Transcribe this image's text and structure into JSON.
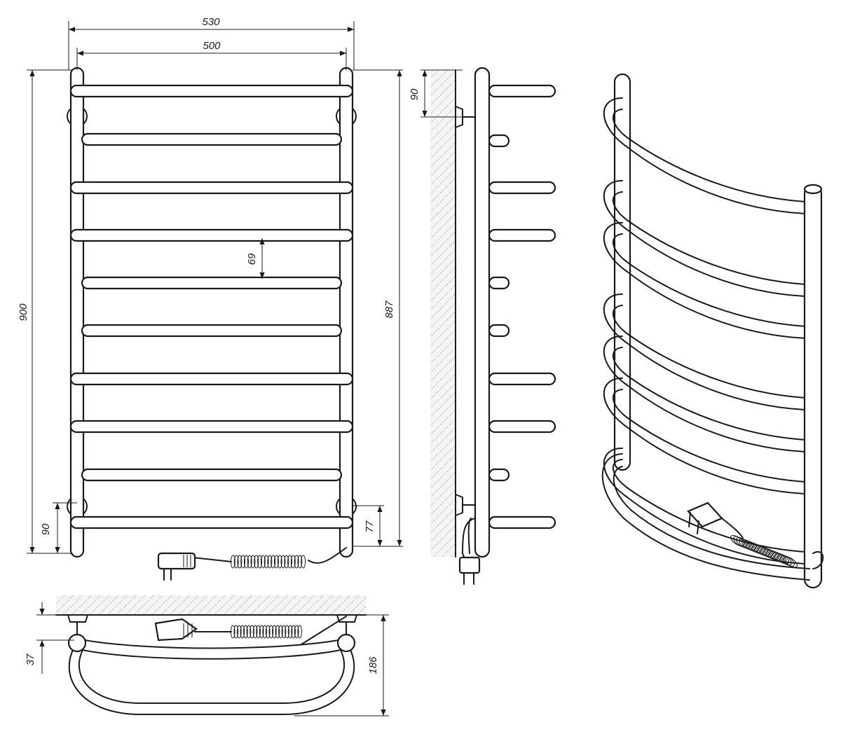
{
  "dimensions": {
    "width_outer": "530",
    "width_inner": "500",
    "height_total": "900",
    "height_center": "887",
    "bar_spacing": "69",
    "bracket_bottom": "90",
    "connector_offset": "77",
    "bracket_top_side": "90",
    "wall_offset": "37",
    "depth": "186"
  },
  "views": [
    "front-view",
    "side-view",
    "perspective-view",
    "top-view"
  ],
  "colors": {
    "line": "#1a1a1a",
    "background": "#ffffff",
    "hatch": "#9a9a9a"
  }
}
